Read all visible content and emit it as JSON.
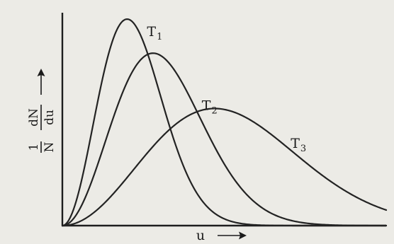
{
  "chart_data": {
    "type": "line",
    "title": "",
    "xlabel": "u",
    "ylabel_fraction": {
      "numerator": "1",
      "denominator": "N"
    },
    "ylabel_derivative": {
      "numerator": "dN",
      "denominator": "du"
    },
    "x_ticks": [],
    "y_ticks": [],
    "grid": false,
    "legend": "none",
    "series": [
      {
        "label_main": "T",
        "label_sub": "1",
        "peak_x": 0.2,
        "peak_y": 0.97
      },
      {
        "label_main": "T",
        "label_sub": "2",
        "peak_x": 0.28,
        "peak_y": 0.81
      },
      {
        "label_main": "T",
        "label_sub": "3",
        "peak_x": 0.47,
        "peak_y": 0.55
      }
    ]
  }
}
